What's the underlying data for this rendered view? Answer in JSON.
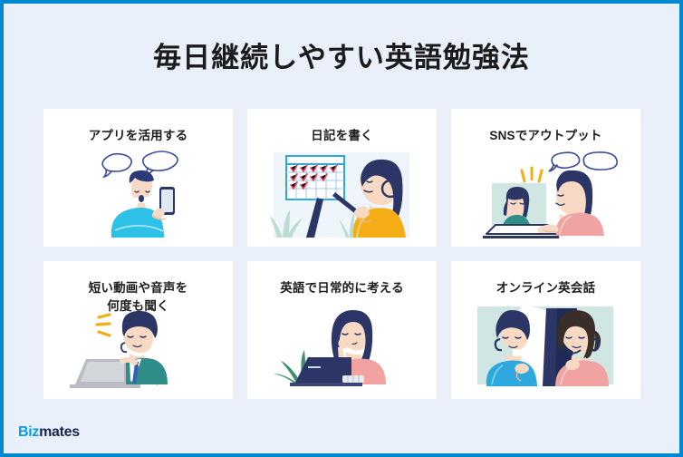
{
  "page": {
    "title": "毎日継続しやすい英語勉強法",
    "background_color": "#e9f0f9",
    "border_color": "#0089d0",
    "card_color": "#ffffff"
  },
  "brand": {
    "name_part1": "Biz",
    "name_part2": "mates",
    "color_part1": "#0b9ae0",
    "color_part2": "#17264f"
  },
  "cards": [
    {
      "title": "アプリを活用する",
      "illustration": "man-with-smartphone-and-speech-bubbles",
      "colors": {
        "skin": "#f3cdb4",
        "hair": "#2a3b78",
        "clothing": "#2ec1e8",
        "accent": "#3a4a9a"
      }
    },
    {
      "title": "日記を書く",
      "illustration": "woman-writing-diary-with-calendar",
      "colors": {
        "skin": "#f3cdb4",
        "hair": "#2b3566",
        "clothing": "#f5ad15",
        "accent": "#e0455e"
      }
    },
    {
      "title": "SNSでアウトプット",
      "illustration": "woman-at-laptop-video-chat-with-speech-bubbles",
      "colors": {
        "skin": "#f3cdb4",
        "hair": "#2b3566",
        "clothing": "#f0a3a0",
        "accent": "#f5ad15"
      }
    },
    {
      "title_lines": [
        "短い動画や音声を",
        "何度も聞く"
      ],
      "title": "短い動画や音声を何度も聞く",
      "illustration": "businessman-at-laptop-with-headset",
      "colors": {
        "skin": "#f3cdb4",
        "hair": "#2b3566",
        "clothing": "#2f8e87",
        "accent": "#f5ad15"
      }
    },
    {
      "title": "英語で日常的に考える",
      "illustration": "woman-thinking-at-laptop-with-plant",
      "colors": {
        "skin": "#f3cdb4",
        "hair": "#2b3566",
        "clothing": "#f0a3a0",
        "accent": "#3f8f6f"
      }
    },
    {
      "title": "オンライン英会話",
      "illustration": "two-people-with-headsets-online-lesson",
      "colors": {
        "skin": "#f3cdb4",
        "hair": "#2b3566",
        "clothing_left": "#2ea9e0",
        "clothing_right": "#f0a3a0"
      }
    }
  ]
}
